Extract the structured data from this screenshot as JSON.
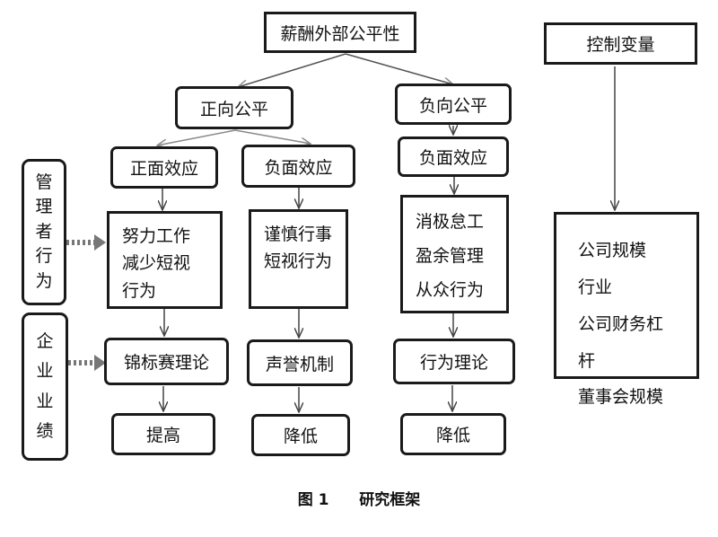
{
  "root": "薪酬外部公平性",
  "control": {
    "title": "控制变量",
    "items": [
      "公司规模",
      "行业",
      "公司财务杠杆",
      "董事会规模"
    ]
  },
  "positive": {
    "label": "正向公平",
    "effect_pos": "正面效应",
    "effect_neg": "负面效应",
    "behavior_pos": [
      "努力工作",
      "减少短视",
      "行为"
    ],
    "behavior_neg": [
      "谨慎行事",
      "短视行为"
    ],
    "theory_pos": "锦标赛理论",
    "theory_neg": "声誉机制",
    "result_pos": "提高",
    "result_neg": "降低"
  },
  "negative": {
    "label": "负向公平",
    "effect": "负面效应",
    "behavior": [
      "消极怠工",
      "盈余管理",
      "从众行为"
    ],
    "theory": "行为理论",
    "result": "降低"
  },
  "side": {
    "management": [
      "管",
      "理",
      "者",
      "行",
      "为"
    ],
    "performance": [
      "企",
      "业",
      "业",
      "绩"
    ]
  },
  "caption": {
    "figure": "图 1",
    "title": "研究框架"
  },
  "colors": {
    "line": "#1a1a1a",
    "split_arrow": "#8a8a8a"
  }
}
